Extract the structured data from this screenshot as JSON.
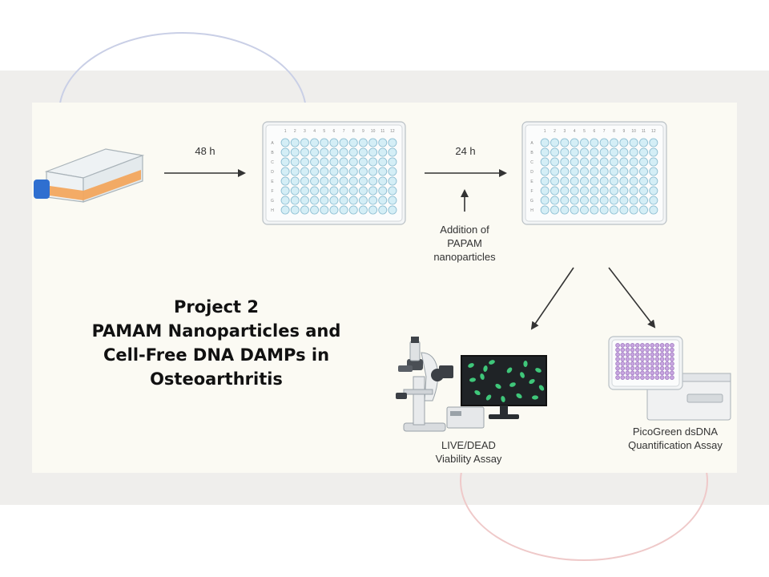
{
  "diagram": {
    "steps": {
      "incubation_1": "48 h",
      "incubation_2": "24 h",
      "addition": [
        "Addition of",
        "PAPAM",
        "nanoparticles"
      ]
    },
    "outputs": {
      "live_dead": [
        "LIVE/DEAD",
        "Viability Assay"
      ],
      "picogreen": [
        "PicoGreen dsDNA",
        "Quantification Assay"
      ]
    },
    "title": [
      "Project 2",
      "PAMAM Nanoparticles and",
      "Cell-Free DNA DAMPs in",
      "Osteoarthritis"
    ],
    "plate": {
      "columns": [
        "1",
        "2",
        "3",
        "4",
        "5",
        "6",
        "7",
        "8",
        "9",
        "10",
        "11",
        "12"
      ],
      "rows": [
        "A",
        "B",
        "C",
        "D",
        "E",
        "F",
        "G",
        "H"
      ]
    },
    "colors": {
      "well": "#d4eef6",
      "well_stroke": "#8fbfd3",
      "flask_liquid": "#f2a65e",
      "flask_cap": "#2f6fd0",
      "purple_wells": "#c8a6e0"
    }
  }
}
